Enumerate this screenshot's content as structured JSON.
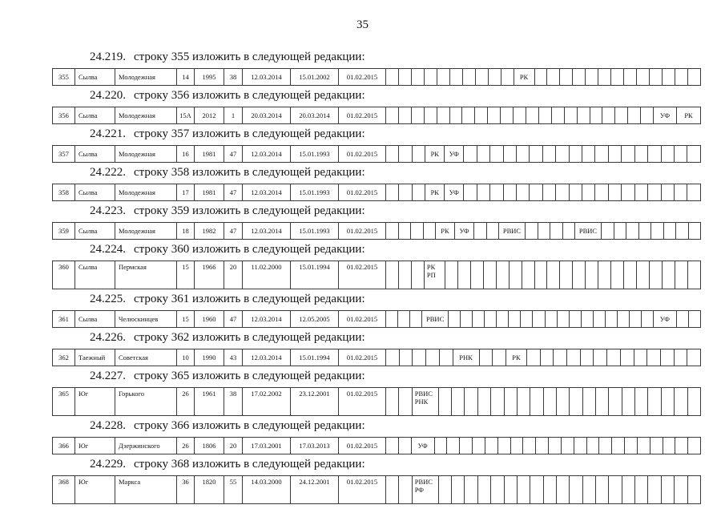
{
  "page": {
    "number": "35"
  },
  "items": [
    {
      "clause": "24.219.",
      "text": "строку 355 изложить в следующей редакции:",
      "tall": false,
      "cells": [
        {
          "t": "355",
          "w": 28
        },
        {
          "t": "Сылва",
          "w": 50,
          "a": "l"
        },
        {
          "t": "Молодежная",
          "w": 77,
          "a": "l"
        },
        {
          "t": "14",
          "w": 22
        },
        {
          "t": "1995",
          "w": 37
        },
        {
          "t": "38",
          "w": 23
        },
        {
          "t": "12.03.2014",
          "w": 60
        },
        {
          "t": "15.01.2002",
          "w": 60
        },
        {
          "t": "01.02.2015",
          "w": 59
        },
        {
          "n": 10
        },
        {
          "t": "РК",
          "w": 26
        },
        {
          "n": 13
        }
      ]
    },
    {
      "clause": "24.220.",
      "text": "строку 356 изложить в следующей редакции:",
      "tall": false,
      "cells": [
        {
          "t": "356",
          "w": 28
        },
        {
          "t": "Сылва",
          "w": 50,
          "a": "l"
        },
        {
          "t": "Молодежная",
          "w": 77,
          "a": "l"
        },
        {
          "t": "15А",
          "w": 22
        },
        {
          "t": "2012",
          "w": 37
        },
        {
          "t": "1",
          "w": 23
        },
        {
          "t": "20.03.2014",
          "w": 60
        },
        {
          "t": "20.03.2014",
          "w": 60
        },
        {
          "t": "01.02.2015",
          "w": 59
        },
        {
          "n": 21
        },
        {
          "t": "УФ",
          "w": 29
        },
        {
          "t": "РК",
          "w": 29
        }
      ]
    },
    {
      "clause": "24.221.",
      "text": "строку 357 изложить в следующей редакции:",
      "tall": false,
      "cells": [
        {
          "t": "357",
          "w": 28
        },
        {
          "t": "Сылва",
          "w": 50,
          "a": "l"
        },
        {
          "t": "Молодежная",
          "w": 77,
          "a": "l"
        },
        {
          "t": "16",
          "w": 22
        },
        {
          "t": "1981",
          "w": 37
        },
        {
          "t": "47",
          "w": 23
        },
        {
          "t": "12.03.2014",
          "w": 60
        },
        {
          "t": "15.01.1993",
          "w": 60
        },
        {
          "t": "01.02.2015",
          "w": 59
        },
        {
          "n": 3
        },
        {
          "t": "РК",
          "w": 24
        },
        {
          "t": "УФ",
          "w": 24
        },
        {
          "n": 18
        }
      ]
    },
    {
      "clause": "24.222.",
      "text": "строку 358 изложить в следующей редакции:",
      "tall": false,
      "cells": [
        {
          "t": "358",
          "w": 28
        },
        {
          "t": "Сылва",
          "w": 50,
          "a": "l"
        },
        {
          "t": "Молодежная",
          "w": 77,
          "a": "l"
        },
        {
          "t": "17",
          "w": 22
        },
        {
          "t": "1981",
          "w": 37
        },
        {
          "t": "47",
          "w": 23
        },
        {
          "t": "12.03.2014",
          "w": 60
        },
        {
          "t": "15.01.1993",
          "w": 60
        },
        {
          "t": "01.02.2015",
          "w": 59
        },
        {
          "n": 3
        },
        {
          "t": "РК",
          "w": 24
        },
        {
          "t": "УФ",
          "w": 24
        },
        {
          "n": 18
        }
      ]
    },
    {
      "clause": "24.223.",
      "text": "строку 359 изложить в следующей редакции:",
      "tall": false,
      "cells": [
        {
          "t": "359",
          "w": 28
        },
        {
          "t": "Сылва",
          "w": 50,
          "a": "l"
        },
        {
          "t": "Молодежная",
          "w": 77,
          "a": "l"
        },
        {
          "t": "18",
          "w": 22
        },
        {
          "t": "1982",
          "w": 37
        },
        {
          "t": "47",
          "w": 23
        },
        {
          "t": "12.03.2014",
          "w": 60
        },
        {
          "t": "15.01.1993",
          "w": 60
        },
        {
          "t": "01.02.2015",
          "w": 59
        },
        {
          "n": 4
        },
        {
          "t": "РК",
          "w": 24
        },
        {
          "t": "УФ",
          "w": 24
        },
        {
          "n": 2
        },
        {
          "t": "РВИС",
          "w": 33
        },
        {
          "n": 4
        },
        {
          "t": "РВИС",
          "w": 33
        },
        {
          "n": 8
        }
      ]
    },
    {
      "clause": "24.224.",
      "text": "строку 360 изложить в следующей редакции:",
      "tall": true,
      "cells": [
        {
          "t": "360",
          "w": 28
        },
        {
          "t": "Сылва",
          "w": 50,
          "a": "l"
        },
        {
          "t": "Пермская",
          "w": 77,
          "a": "l"
        },
        {
          "t": "15",
          "w": 22
        },
        {
          "t": "1966",
          "w": 37
        },
        {
          "t": "20",
          "w": 23
        },
        {
          "t": "11.02.2000",
          "w": 60
        },
        {
          "t": "15.01.1994",
          "w": 60
        },
        {
          "t": "01.02.2015",
          "w": 59
        },
        {
          "n": 3
        },
        {
          "t": "РК\nРП",
          "w": 26
        },
        {
          "n": 20
        }
      ]
    },
    {
      "clause": "24.225.",
      "text": "строку 361 изложить в следующей редакции:",
      "tall": false,
      "cells": [
        {
          "t": "361",
          "w": 28
        },
        {
          "t": "Сылва",
          "w": 50,
          "a": "l"
        },
        {
          "t": "Челюскинцев",
          "w": 77,
          "a": "l"
        },
        {
          "t": "15",
          "w": 22
        },
        {
          "t": "1960",
          "w": 37
        },
        {
          "t": "47",
          "w": 23
        },
        {
          "t": "12.03.2014",
          "w": 60
        },
        {
          "t": "12.05.2005",
          "w": 60
        },
        {
          "t": "01.02.2015",
          "w": 59
        },
        {
          "n": 3
        },
        {
          "t": "РВИС",
          "w": 33
        },
        {
          "n": 17
        },
        {
          "t": "УФ",
          "w": 29
        },
        {
          "n": 2
        }
      ]
    },
    {
      "clause": "24.226.",
      "text": "строку 362 изложить в следующей редакции:",
      "tall": false,
      "cells": [
        {
          "t": "362",
          "w": 28
        },
        {
          "t": "Таежный",
          "w": 50,
          "a": "l"
        },
        {
          "t": "Советская",
          "w": 77,
          "a": "l"
        },
        {
          "t": "10",
          "w": 22
        },
        {
          "t": "1990",
          "w": 37
        },
        {
          "t": "43",
          "w": 23
        },
        {
          "t": "12.03.2014",
          "w": 60
        },
        {
          "t": "15.01.1994",
          "w": 60
        },
        {
          "t": "01.02.2015",
          "w": 59
        },
        {
          "n": 5
        },
        {
          "t": "РНК",
          "w": 33
        },
        {
          "n": 2
        },
        {
          "t": "РК",
          "w": 26
        },
        {
          "n": 13
        }
      ]
    },
    {
      "clause": "24.227.",
      "text": "строку 365 изложить в следующей редакции:",
      "tall": true,
      "cells": [
        {
          "t": "365",
          "w": 28
        },
        {
          "t": "Юг",
          "w": 50,
          "a": "l"
        },
        {
          "t": "Горького",
          "w": 77,
          "a": "l"
        },
        {
          "t": "26",
          "w": 22
        },
        {
          "t": "1961",
          "w": 37
        },
        {
          "t": "38",
          "w": 23
        },
        {
          "t": "17.02.2002",
          "w": 60
        },
        {
          "t": "23.12.2001",
          "w": 60
        },
        {
          "t": "01.02.2015",
          "w": 59
        },
        {
          "n": 2
        },
        {
          "t": "РВИС\nРНК",
          "w": 33
        },
        {
          "n": 20
        }
      ]
    },
    {
      "clause": "24.228.",
      "text": "строку 366 изложить в следующей редакции:",
      "tall": false,
      "cells": [
        {
          "t": "366",
          "w": 28
        },
        {
          "t": "Юг",
          "w": 50,
          "a": "l"
        },
        {
          "t": "Дзержинского",
          "w": 77,
          "a": "l"
        },
        {
          "t": "26",
          "w": 22
        },
        {
          "t": "1806",
          "w": 37
        },
        {
          "t": "20",
          "w": 23
        },
        {
          "t": "17.03.2001",
          "w": 60
        },
        {
          "t": "17.03.2013",
          "w": 60
        },
        {
          "t": "01.02.2015",
          "w": 59
        },
        {
          "n": 2
        },
        {
          "t": "УФ",
          "w": 29
        },
        {
          "n": 21
        }
      ]
    },
    {
      "clause": "24.229.",
      "text": "строку 368 изложить в следующей редакции:",
      "tall": true,
      "cells": [
        {
          "t": "368",
          "w": 28
        },
        {
          "t": "Юг",
          "w": 50,
          "a": "l"
        },
        {
          "t": "Маркса",
          "w": 77,
          "a": "l"
        },
        {
          "t": "36",
          "w": 22
        },
        {
          "t": "1820",
          "w": 37
        },
        {
          "t": "55",
          "w": 23
        },
        {
          "t": "14.03.2000",
          "w": 60
        },
        {
          "t": "24.12.2001",
          "w": 60
        },
        {
          "t": "01.02.2015",
          "w": 59
        },
        {
          "n": 2
        },
        {
          "t": "РВИС\nРФ",
          "w": 33
        },
        {
          "n": 20
        }
      ]
    }
  ]
}
